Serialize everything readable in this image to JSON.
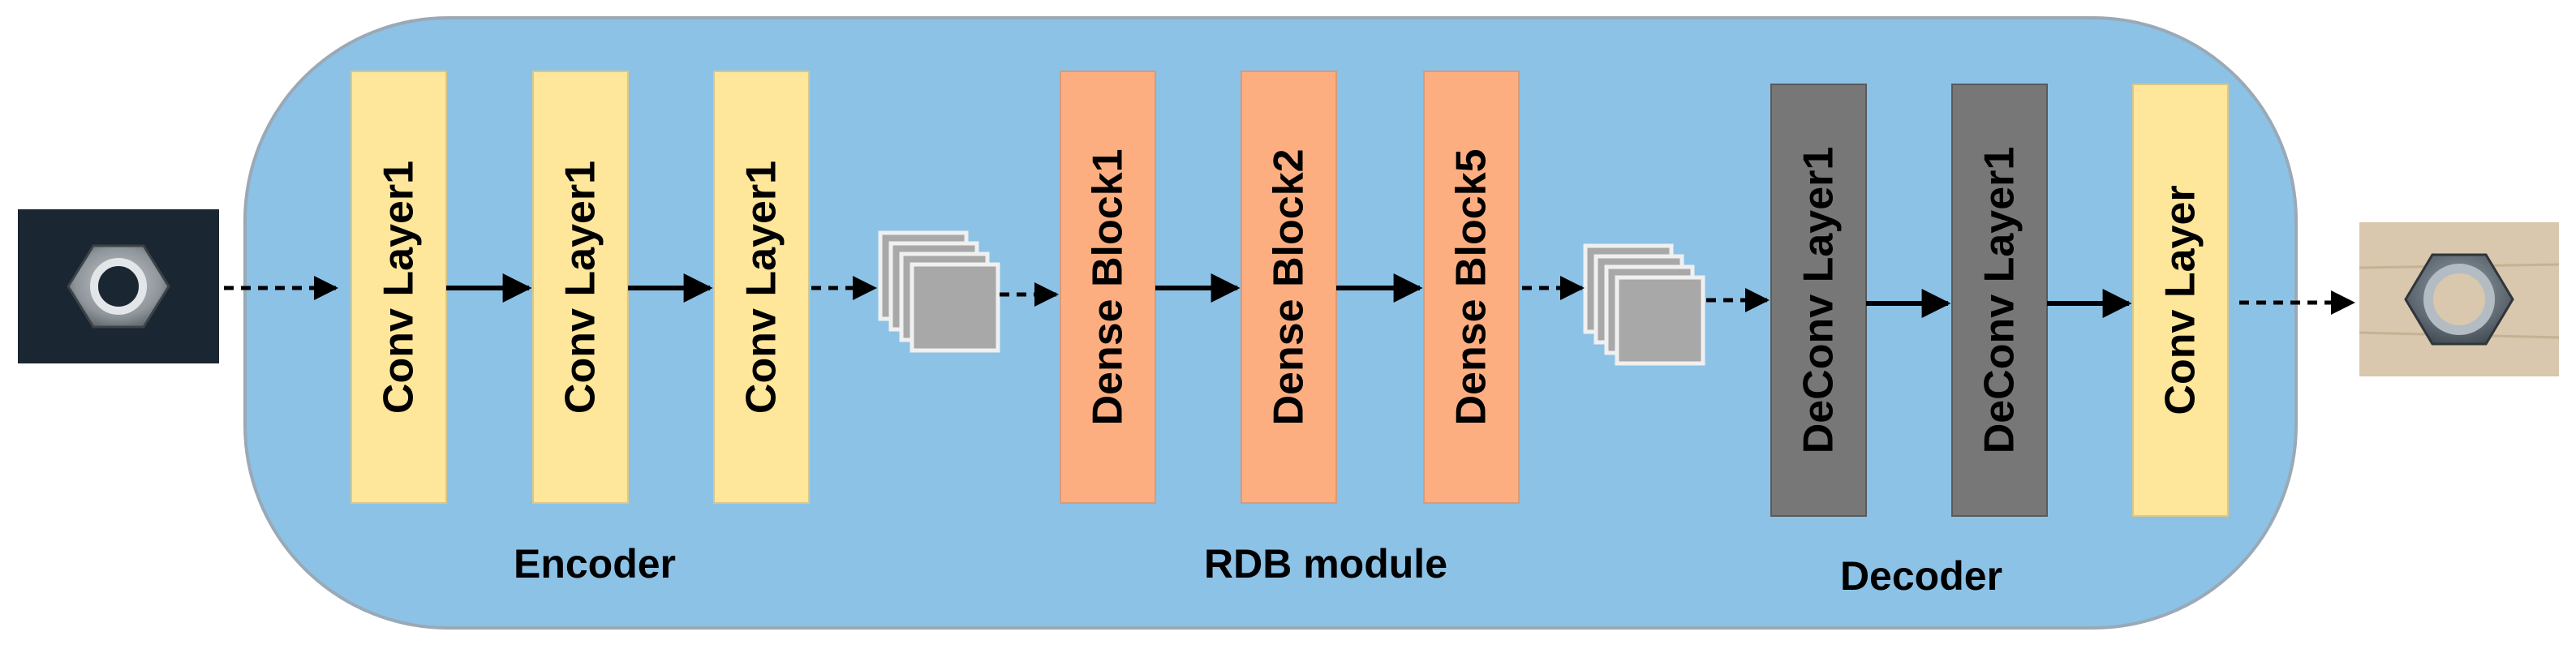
{
  "colors": {
    "panel": "#8cc2e6",
    "panel_stroke": "#9aa9b6",
    "conv": "#fee69a",
    "conv_stroke": "#d8c88a",
    "dense": "#fdae80",
    "dense_stroke": "#d99a78",
    "deconv": "#777777",
    "deconv_stroke": "#5a5a5a",
    "feature_map": "#a8a8a8",
    "arrow": "#000000",
    "input_bg": "#1a2631",
    "output_bg": "#d9c7ae"
  },
  "blocks": {
    "conv1": "Conv Layer1",
    "conv2": "Conv Layer1",
    "conv3": "Conv Layer1",
    "dense1": "Dense Block1",
    "dense2": "Dense Block2",
    "dense3": "Dense Block5",
    "deconv1": "DeConv Layer1",
    "deconv2": "DeConv Layer1",
    "conv_out": "Conv Layer"
  },
  "sections": {
    "encoder": "Encoder",
    "rdb": "RDB module",
    "decoder": "Decoder"
  },
  "icons": {
    "input": "hex-nut-dark-icon",
    "output": "hex-nut-wood-icon",
    "features": "feature-map-stack-icon"
  }
}
